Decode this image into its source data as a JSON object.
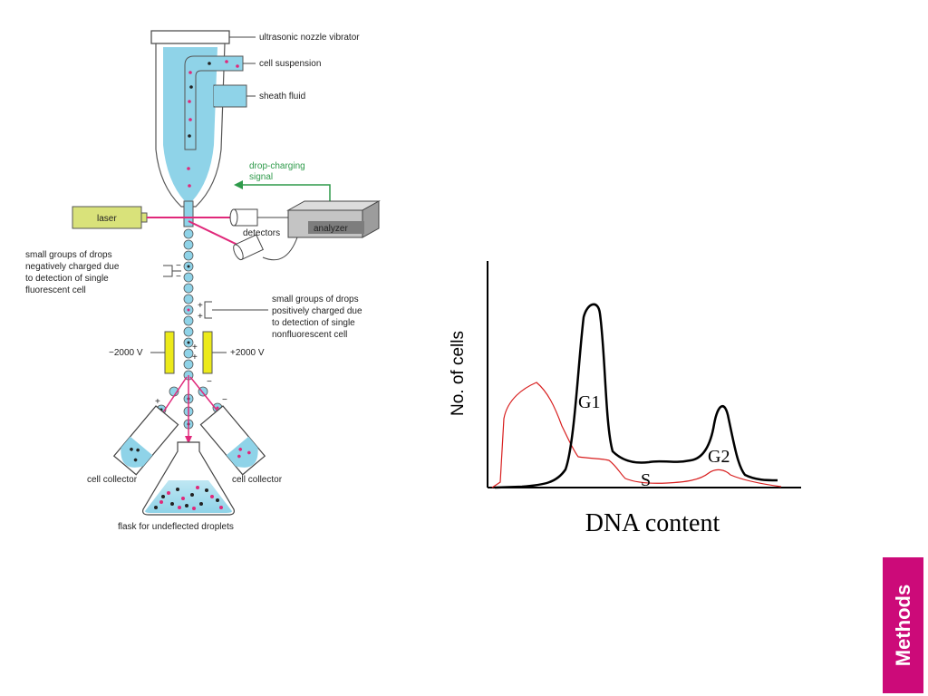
{
  "diagram": {
    "labels": {
      "vibrator": "ultrasonic nozzle vibrator",
      "cell_suspension": "cell suspension",
      "sheath_fluid": "sheath fluid",
      "drop_charging_1": "drop-charging",
      "drop_charging_2": "signal",
      "laser": "laser",
      "analyzer": "analyzer",
      "detectors": "detectors",
      "neg_groups": [
        "small groups of drops",
        "negatively charged due",
        "to detection of single",
        "fluorescent cell"
      ],
      "pos_groups": [
        "small groups of drops",
        "positively charged due",
        "to detection of single",
        "nonfluorescent cell"
      ],
      "neg_voltage": "−2000 V",
      "pos_voltage": "+2000 V",
      "cell_collector_left": "cell collector",
      "cell_collector_right": "cell collector",
      "flask": "flask for undeflected droplets"
    },
    "colors": {
      "fluid": "#8fd3e8",
      "stream": "#e0287a",
      "laser_box": "#d9e27a",
      "plate": "#ecea1a",
      "signal": "#2e9a4a"
    }
  },
  "histogram": {
    "ylabel": "No. of cells",
    "xlabel": "DNA content",
    "phases": {
      "g1": "G1",
      "s": "S",
      "g2": "G2"
    },
    "colors": {
      "black_curve": "#000000",
      "red_curve": "#d81e1e"
    }
  },
  "tab": {
    "label": "Methods",
    "color": "#cc0a79"
  }
}
